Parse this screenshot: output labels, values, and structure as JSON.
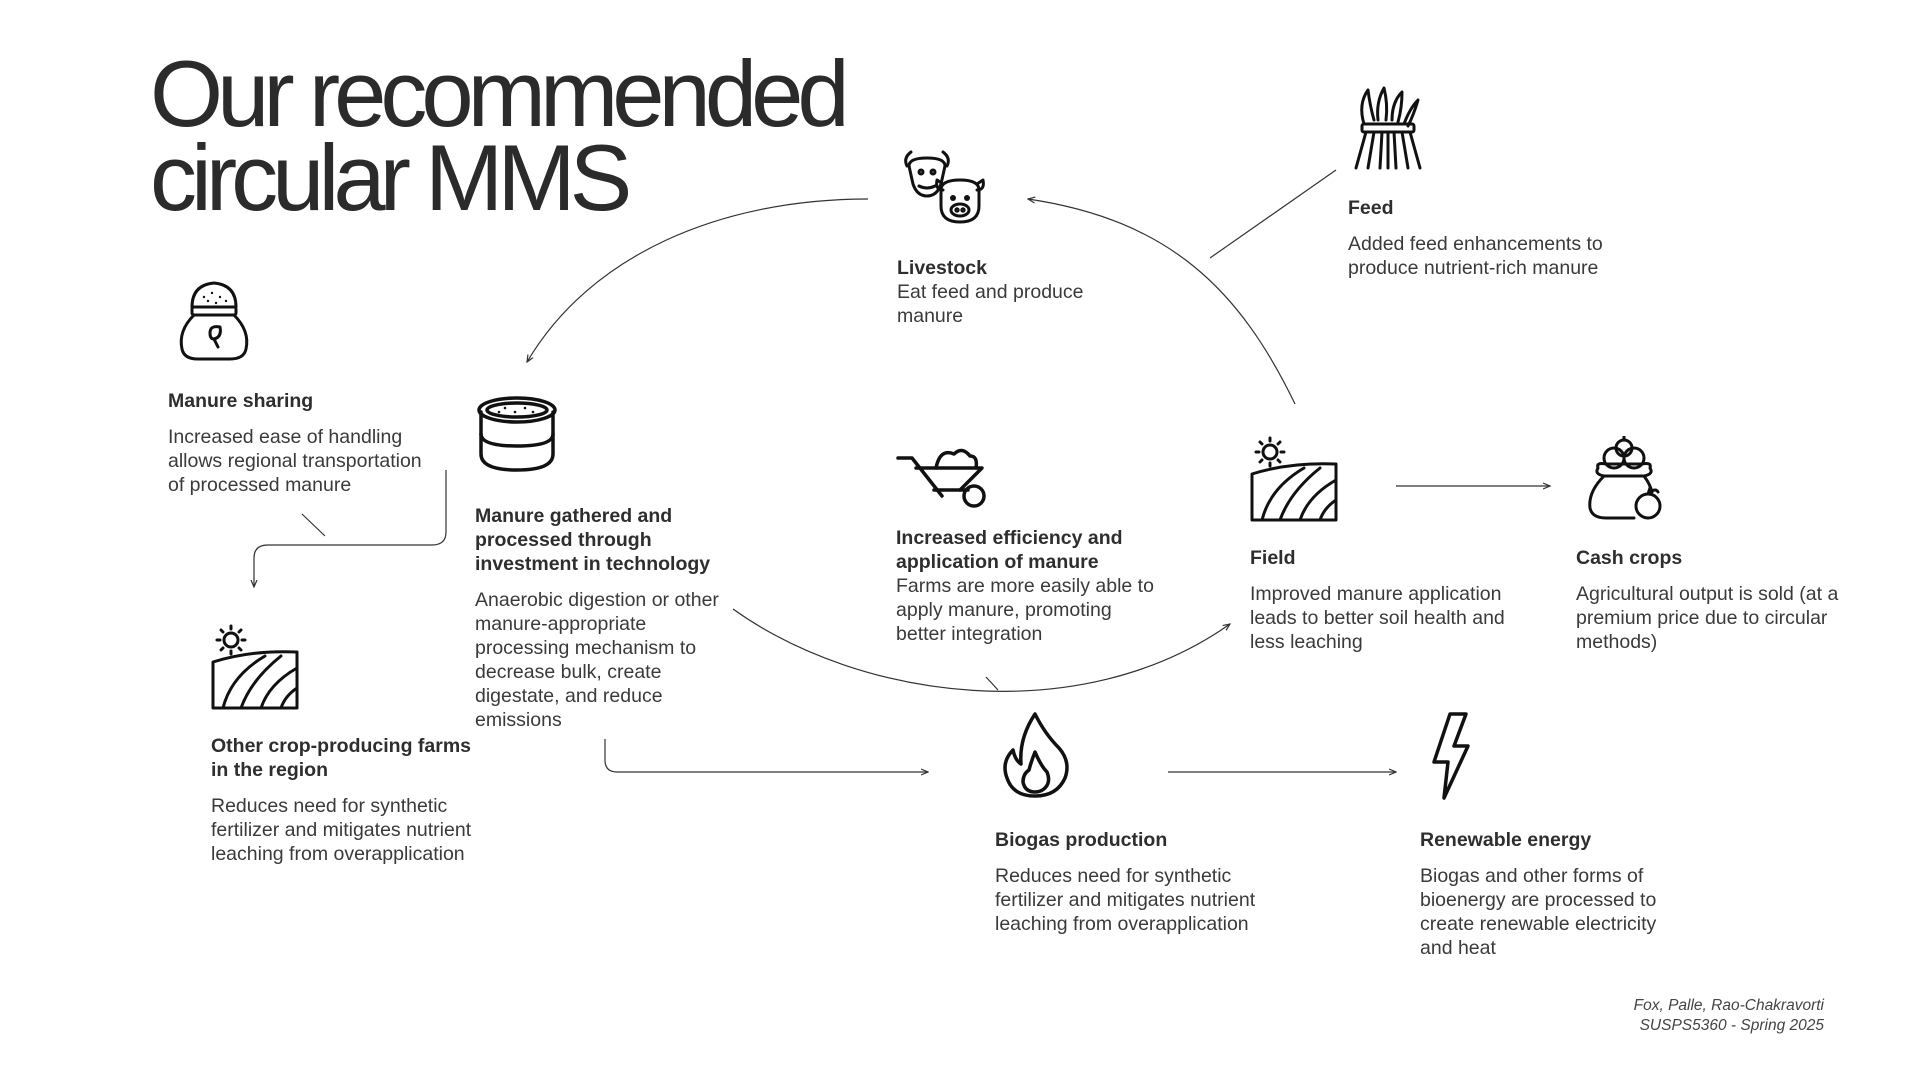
{
  "title": {
    "line1": "Our recommended",
    "line2": "circular MMS"
  },
  "nodes": {
    "livestock": {
      "icon": "livestock-icon",
      "title": "Livestock",
      "description": "Eat feed and produce manure"
    },
    "feed": {
      "icon": "feed-icon",
      "title": "Feed",
      "description": "Added feed enhancements to produce nutrient-rich manure"
    },
    "manure_sharing": {
      "icon": "manure-bag-icon",
      "title": "Manure sharing",
      "description": "Increased ease of handling allows regional transportation of processed manure"
    },
    "manure_gathered": {
      "icon": "storage-tank-icon",
      "title": "Manure gathered and processed through investment in technology",
      "description": "Anaerobic digestion or other manure-appropriate processing mechanism to decrease bulk, create digestate, and reduce emissions"
    },
    "efficiency": {
      "icon": "wheelbarrow-icon",
      "title": "Increased efficiency and application of manure",
      "description": "Farms are more easily able to apply manure, promoting better integration"
    },
    "field": {
      "icon": "field-icon",
      "title": "Field",
      "description": "Improved manure application leads to better soil health and less leaching"
    },
    "cash_crops": {
      "icon": "crop-sack-icon",
      "title": "Cash crops",
      "description": "Agricultural output is sold (at a premium price due to circular methods)"
    },
    "other_farms": {
      "icon": "field-icon",
      "title": "Other crop-producing farms in the region",
      "description": "Reduces need for synthetic fertilizer and mitigates nutrient leaching from overapplication"
    },
    "biogas": {
      "icon": "flame-icon",
      "title": "Biogas production",
      "description": "Reduces need for synthetic fertilizer and mitigates nutrient leaching from overapplication"
    },
    "renewable": {
      "icon": "lightning-icon",
      "title": "Renewable energy",
      "description": "Biogas and other forms of bioenergy are processed to create renewable electricity and heat"
    }
  },
  "credit": {
    "authors": "Fox, Palle, Rao-Chakravorti",
    "course": "SUSPS5360 - Spring 2025"
  },
  "colors": {
    "text": "#2b2b2b",
    "line": "#333333",
    "background": "#ffffff"
  }
}
